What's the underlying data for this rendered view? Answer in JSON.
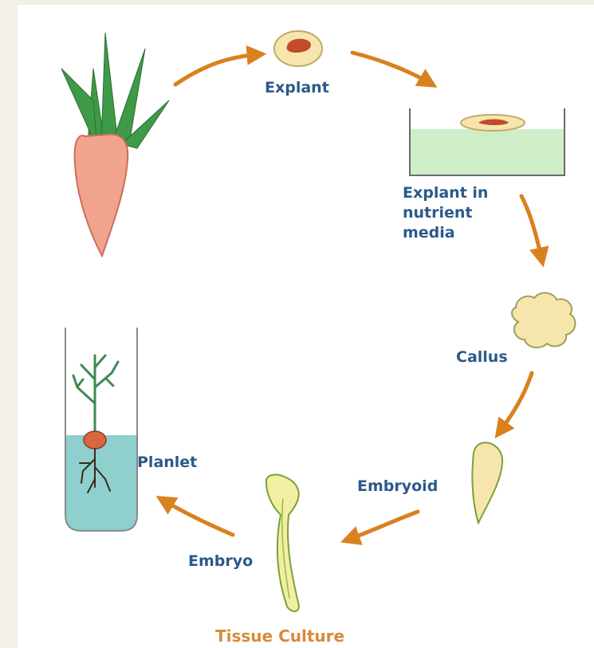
{
  "title": "Tissue Culture",
  "stages": {
    "explant": "Explant",
    "explant_media": "Explant in\nnutrient\nmedia",
    "callus": "Callus",
    "embryoid": "Embryoid",
    "embryo": "Embryo",
    "planlet": "Planlet"
  },
  "colors": {
    "label": "#2b5a8a",
    "title": "#d88a3a",
    "arrow": "#d9811f",
    "carrot": "#f2a38e",
    "leaf": "#3e9a47",
    "media": "#cfeec8",
    "test_tube_liquid": "#8fcfce",
    "callus": "#f6e6ad",
    "embryo_fill": "#f2eea2",
    "explant_tissue": "#c34a2c"
  }
}
